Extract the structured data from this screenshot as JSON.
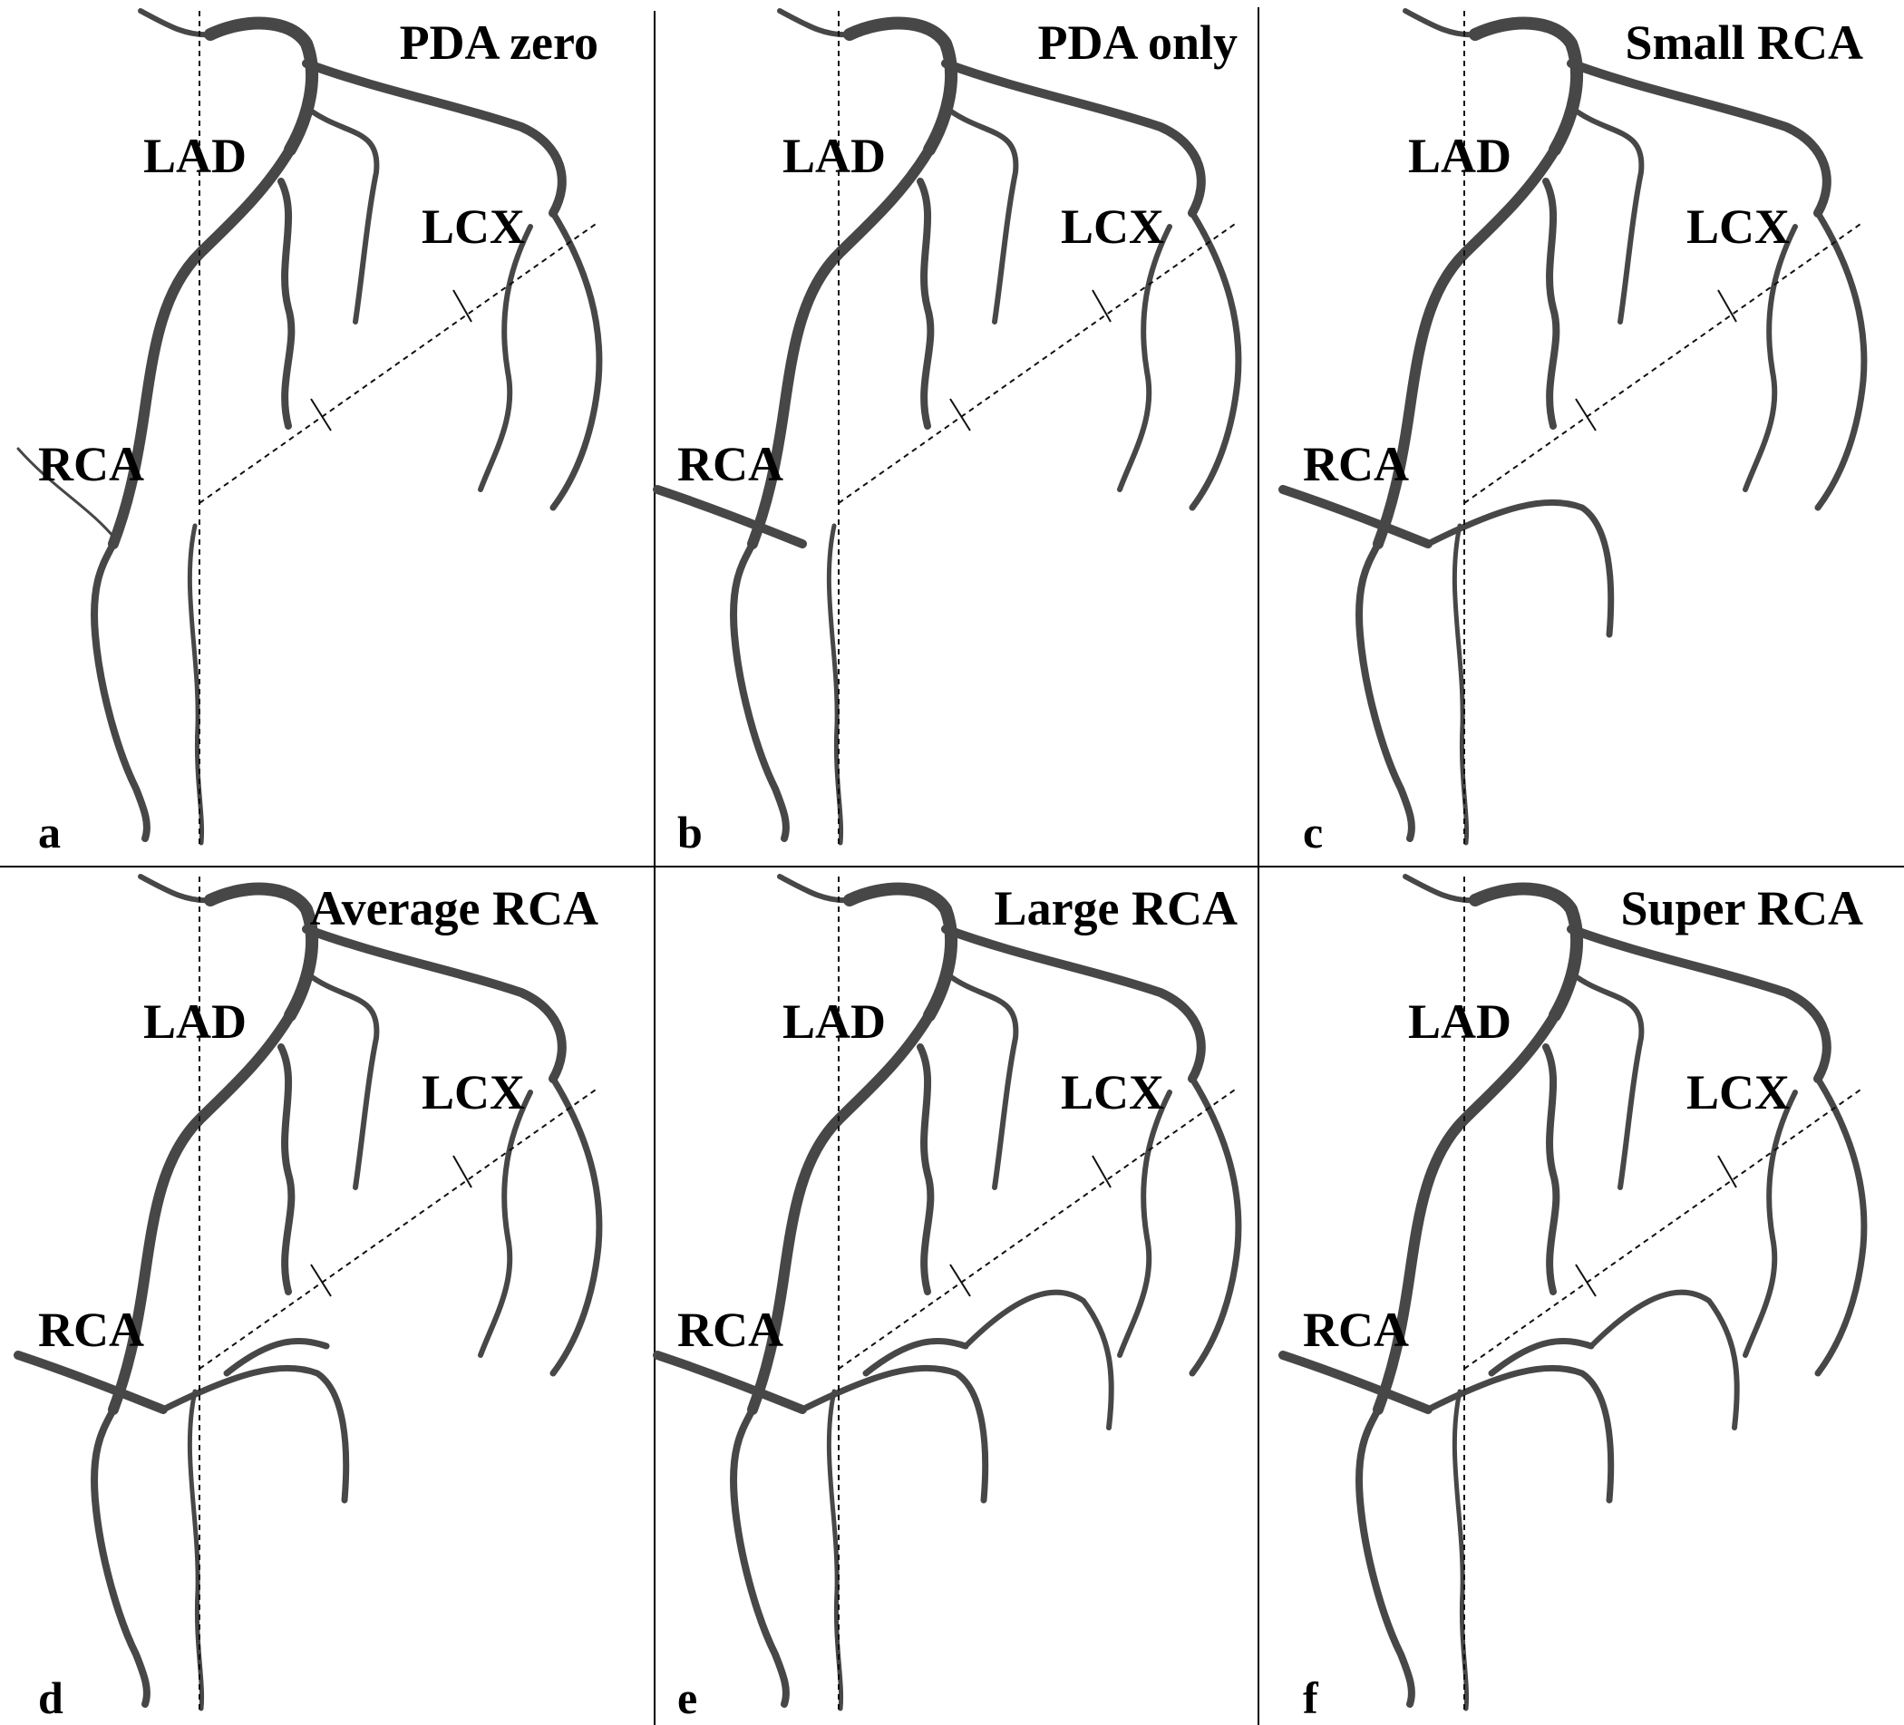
{
  "colors": {
    "vessel": "#474747",
    "background": "#ffffff",
    "text": "#000000"
  },
  "panels": [
    {
      "letter": "a",
      "title": "PDA zero",
      "labels": {
        "lad": "LAD",
        "lcx": "LCX",
        "rca": "RCA"
      },
      "variant": "pda-zero"
    },
    {
      "letter": "b",
      "title": "PDA only",
      "labels": {
        "lad": "LAD",
        "lcx": "LCX",
        "rca": "RCA"
      },
      "variant": "pda-only"
    },
    {
      "letter": "c",
      "title": "Small RCA",
      "labels": {
        "lad": "LAD",
        "lcx": "LCX",
        "rca": "RCA"
      },
      "variant": "small"
    },
    {
      "letter": "d",
      "title": "Average RCA",
      "labels": {
        "lad": "LAD",
        "lcx": "LCX",
        "rca": "RCA"
      },
      "variant": "average"
    },
    {
      "letter": "e",
      "title": "Large RCA",
      "labels": {
        "lad": "LAD",
        "lcx": "LCX",
        "rca": "RCA"
      },
      "variant": "large"
    },
    {
      "letter": "f",
      "title": "Super RCA",
      "labels": {
        "lad": "LAD",
        "lcx": "LCX",
        "rca": "RCA"
      },
      "variant": "super"
    }
  ]
}
